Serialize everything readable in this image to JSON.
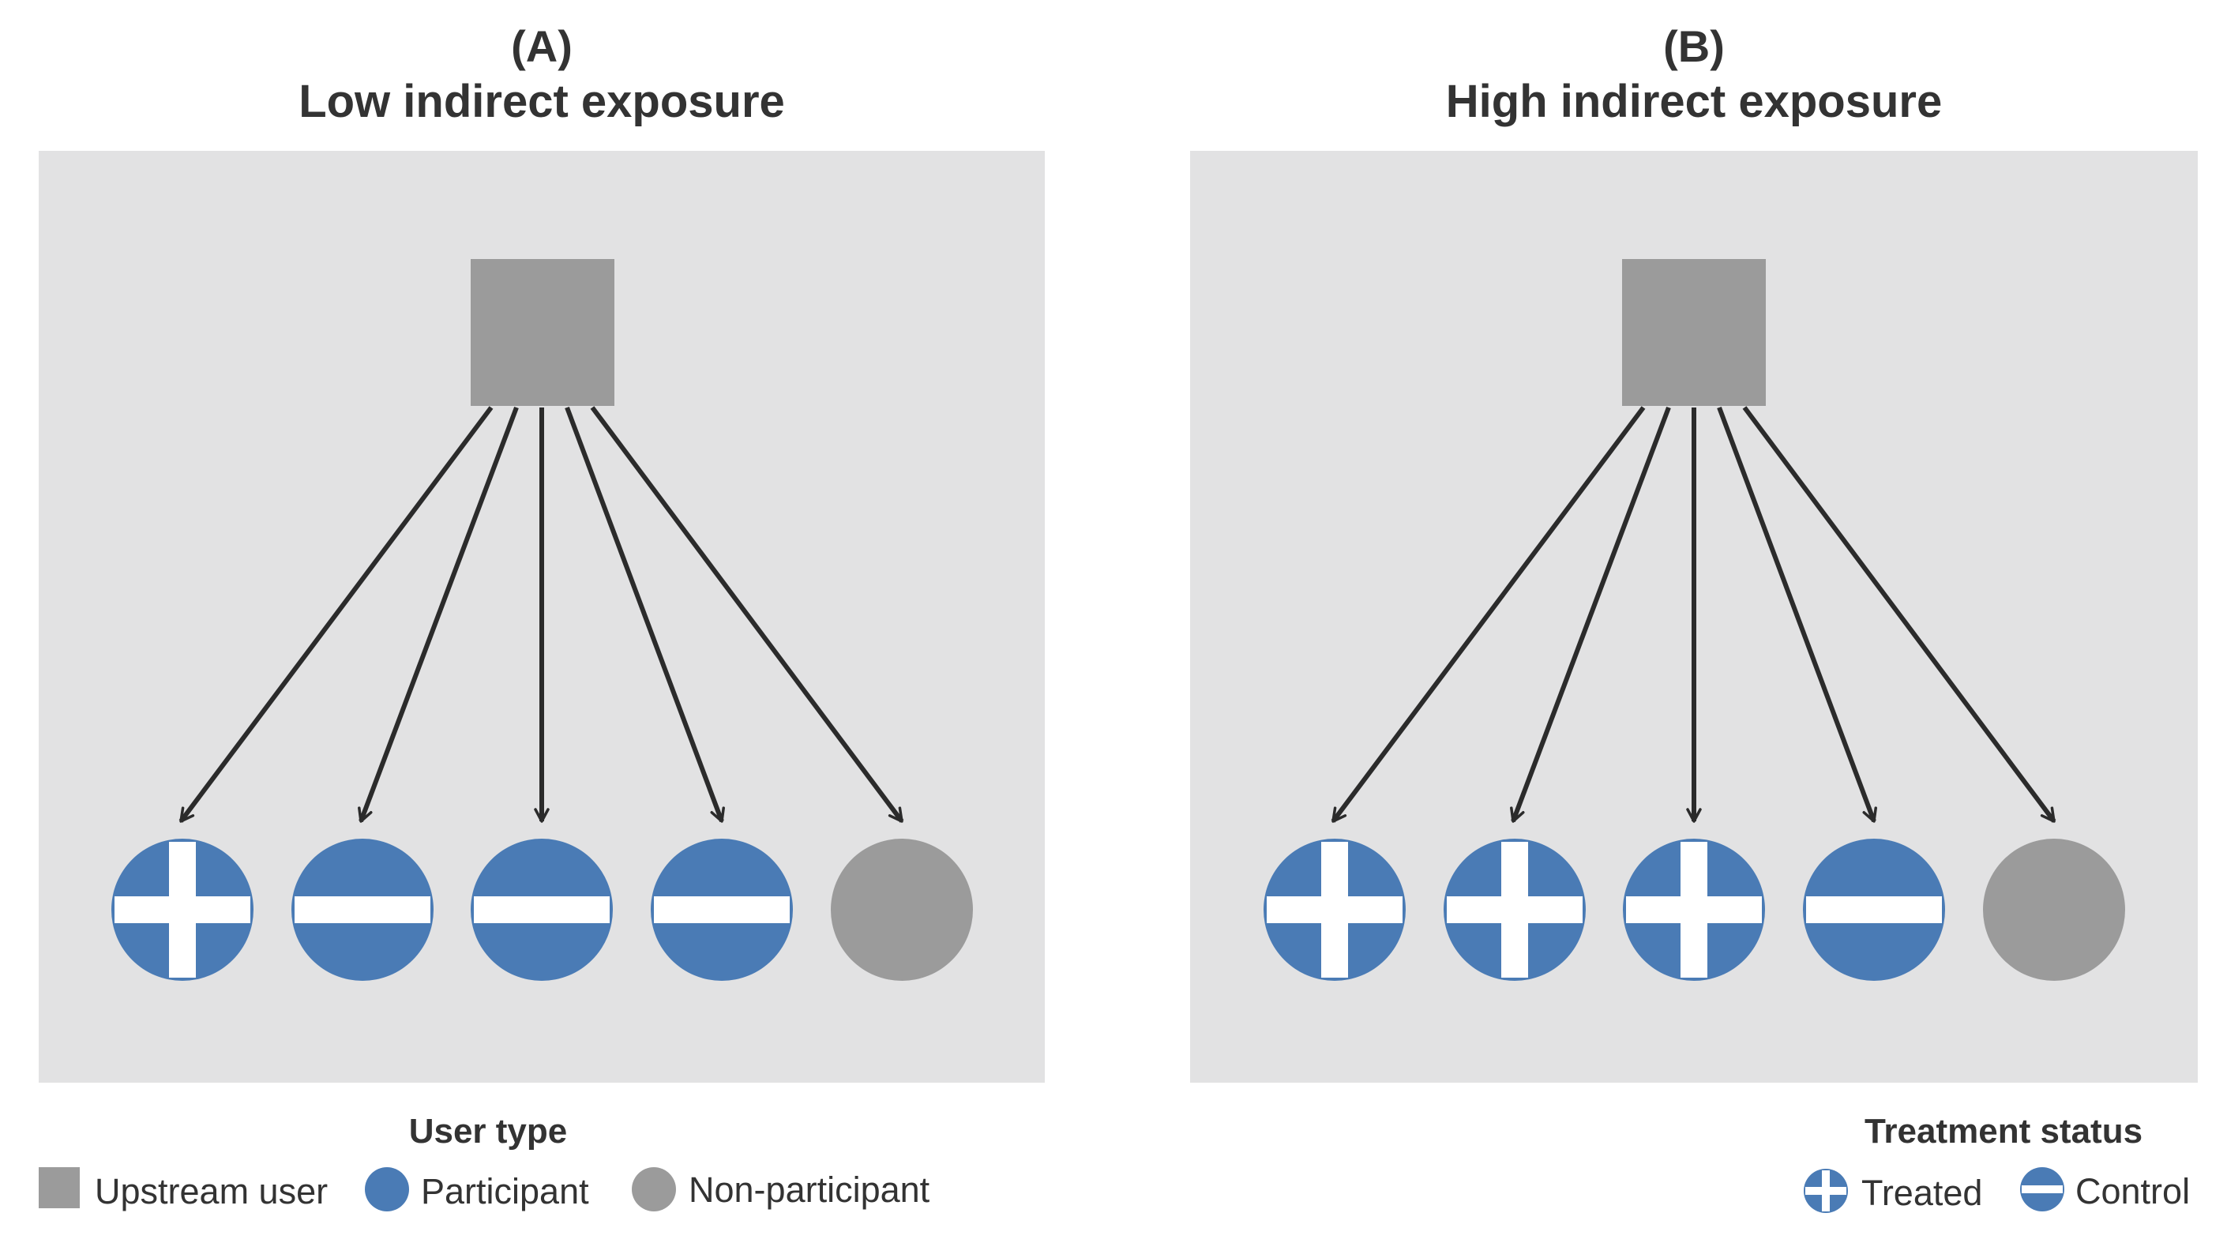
{
  "colors": {
    "panel_bg": "#e2e2e3",
    "upstream": "#9b9b9b",
    "participant": "#4a7bb5",
    "non_participant": "#9b9b9b",
    "arrow": "#2b2b2b",
    "symbol": "#ffffff",
    "text": "#333333"
  },
  "panels": [
    {
      "label": "(A)",
      "title": "Low indirect exposure",
      "upstream": {
        "type": "upstream"
      },
      "nodes": [
        {
          "type": "participant",
          "status": "treated"
        },
        {
          "type": "participant",
          "status": "control"
        },
        {
          "type": "participant",
          "status": "control"
        },
        {
          "type": "participant",
          "status": "control"
        },
        {
          "type": "non-participant",
          "status": "none"
        }
      ]
    },
    {
      "label": "(B)",
      "title": "High indirect exposure",
      "upstream": {
        "type": "upstream"
      },
      "nodes": [
        {
          "type": "participant",
          "status": "treated"
        },
        {
          "type": "participant",
          "status": "treated"
        },
        {
          "type": "participant",
          "status": "treated"
        },
        {
          "type": "participant",
          "status": "control"
        },
        {
          "type": "non-participant",
          "status": "none"
        }
      ]
    }
  ],
  "legend_user_type": {
    "title": "User type",
    "items": [
      {
        "shape": "square",
        "label": "Upstream user"
      },
      {
        "shape": "circle-participant",
        "label": "Participant"
      },
      {
        "shape": "circle-non-participant",
        "label": "Non-participant"
      }
    ]
  },
  "legend_treatment": {
    "title": "Treatment status",
    "items": [
      {
        "symbol": "plus",
        "label": "Treated"
      },
      {
        "symbol": "minus",
        "label": "Control"
      }
    ]
  }
}
